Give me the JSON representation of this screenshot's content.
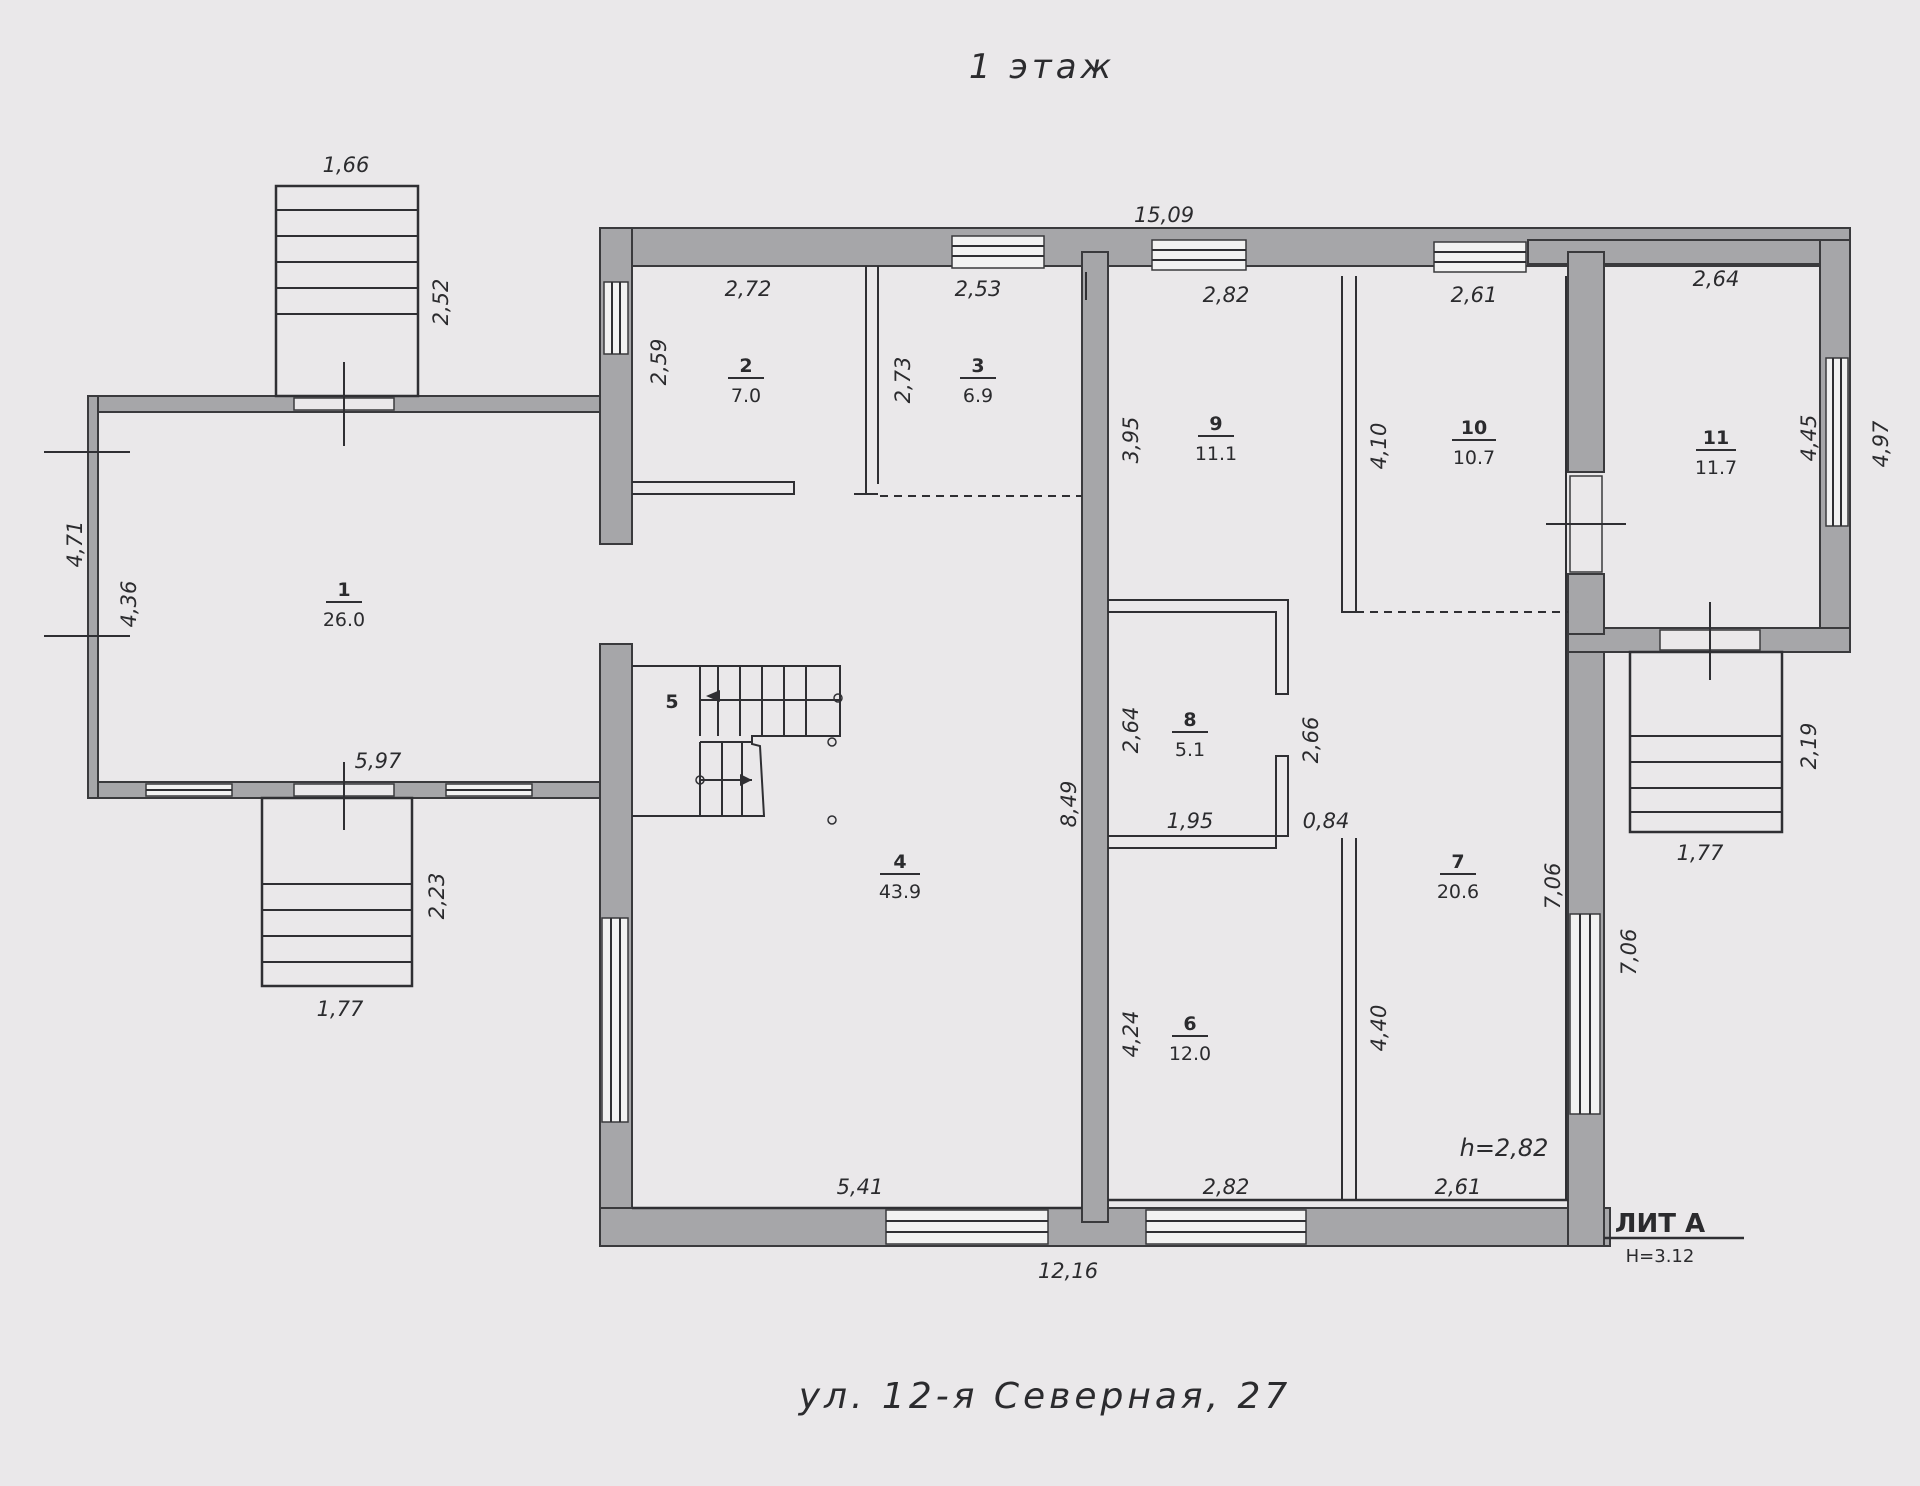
{
  "floor_title": "1 этаж",
  "address": "ул. 12-я Северная, 27",
  "liter": {
    "label": "ЛИТ А",
    "height": "H=3.12"
  },
  "ceiling_height": "h=2,82",
  "rooms": [
    {
      "number": "1",
      "area": "26.0"
    },
    {
      "number": "2",
      "area": "7.0"
    },
    {
      "number": "3",
      "area": "6.9"
    },
    {
      "number": "4",
      "area": "43.9"
    },
    {
      "number": "5",
      "area": ""
    },
    {
      "number": "6",
      "area": "12.0"
    },
    {
      "number": "7",
      "area": "20.6"
    },
    {
      "number": "8",
      "area": "5.1"
    },
    {
      "number": "9",
      "area": "11.1"
    },
    {
      "number": "10",
      "area": "10.7"
    },
    {
      "number": "11",
      "area": "11.7"
    }
  ],
  "dimensions": [
    "1,66",
    "2,52",
    "15,09",
    "2,72",
    "2,53",
    "2,82",
    "2,61",
    "2,64",
    "2,59",
    "2,73",
    "3,95",
    "4,10",
    "4,45",
    "4,97",
    "4,71",
    "4,36",
    "5,97",
    "2,23",
    "1,77",
    "2,64",
    "2,66",
    "1,95",
    "0,84",
    "8,49",
    "7,06",
    "7,06",
    "2,19",
    "1,77",
    "4,24",
    "4,40",
    "5,41",
    "2,82",
    "2,61",
    "12,16"
  ]
}
